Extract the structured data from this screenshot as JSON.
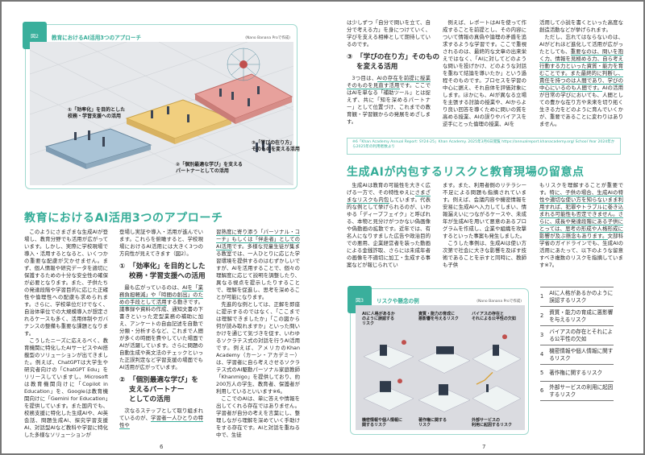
{
  "fig2": {
    "tag": "図2",
    "title": "教育におけるAI活用3つのアプローチ",
    "credit": "(Nano Banana Proで作成)",
    "labels": [
      "①「効率化」を目的とした\n校務・学習支援への活用",
      "②「個別最適な学び」を支える\nパートナーとしての活用",
      "③「学びの在り方」\nそのものを変える活用"
    ],
    "colors": {
      "platform1": "#a9c3d6",
      "platform2": "#f1cf7f",
      "platform3": "#e7a19c",
      "floor": "#e6e8eb"
    }
  },
  "left": {
    "heading": "教育におけるAI活用3つのアプローチ",
    "col1": [
      [
        {
          "t": "このようにさまざまな生成AIが登場し、教育分野でも活用が広がっています。しかし、実際に学校現場で導入・活用するとなると、いくつかの重要な配慮が欠かせません。まず、個人情報や研究データを適切に保護するための十分な安全性の確保が必要となります。また、子供たちの発達段階や学習目的に応じた正確性や倫理性への配慮も求められます。さらに、学校単位だけでなく、自治体単位での大規模導入が想定されるケースも多く、活用体制やガバナンスの整備も重要な課題となります。"
        }
      ],
      [
        {
          "t": "こうしたニーズに応えるべく、教育機関に特化したAIサービスやAI搭載型のソリューションが出てきました。例えば、ChatGPTは大学生や研究者向けの「ChatGPT Edu」をリリースしていますし、Microsoftは教育機関向けに「Copilot in Education」を、Googleは教育機関向けに「Gemini for Education」を提供しています。また国内でも、校務支援に特化した生成AIや、AI英会話、問題生成AI、探究学習支援AI、対話型AIなど教科や学習に特化した多様なソリューションが"
        }
      ]
    ],
    "col2_intro": [
      {
        "t": "登場し実証や導入・活用が進んでいます。これらを俯瞰すると、学校現場におけるAI活用には大きく3つの方向性が見えてきます（図2）。"
      }
    ],
    "sub1_num": "①",
    "sub1": "「効率化」を目的とした\n校務・学習支援への活用",
    "col2_p1": [
      {
        "t": "最も広がっているのは、"
      },
      {
        "t": "AIを「業務負担軽減」や「時間の創出」のための手段として活用",
        "u": 1
      },
      {
        "t": "する動きです。議事録や資料の作成、通知文書の下書きといった定型業務の補助に加え、アンケートの自由記述を自動で分類・分析するなど、これまで人間が多くの時間を費やしていた場面でAIが活躍しています。さらに問題の自動生成や英文法のチェックといった正誤判定など学習支援の場面でもAI活用が広がっています。"
      }
    ],
    "sub2_num": "②",
    "sub2": "「個別最適な学び」を\n支えるパートナー\nとしての活用",
    "col2_p2": [
      {
        "t": "次なるステップとして取り組まれているのが、"
      },
      {
        "t": "学習者一人ひとりの特性や",
        "u": 1
      }
    ],
    "col3": [
      [
        {
          "t": "習熟度に寄り添う「パーソナル・コーチ」もしくは「伴走者」としてのAI活用",
          "u": 1
        },
        {
          "t": "です。多様な児童生徒が集まる教室では、一人ひとりに応じた学習環境を提供するのはむずかしいですが、AIを活用することで、個々の理解度に応じて説明を調整したり、異なる視点を提示したりすることで、理解を促進し、思考を深めることが可能になります。"
        }
      ],
      [
        {
          "t": "先進的な例としては、正解を即座に提示するのではなく、「ここまでは理解できましたか」「この図から何が読み取れますか」といった問いかけを通じて気づきを促す、いわゆるソクラテス式の対話を行うAI活用です。例えば、アメリカのKhan Academy（カーン・アカデミー）は、学習者に自ら考えさせるソクラテス式のAI駆動パーソナル家庭教師「Khanmigo」を提供しており、約200万人の学生、教育者、保護者が利用しているといいます※6。"
        }
      ],
      [
        {
          "t": "ここでのAIは、単に答えや情報を出してくれる存在ではありません。学習者が自分の考えを言葉にし、整理しながら理解を深めていく手助けをする存在です。AIと対話を重ねる中で、生徒"
        }
      ]
    ],
    "page_number": "6"
  },
  "right": {
    "col1_p0": [
      {
        "t": "は少しずつ「自分で問いを立て、自分で考える力」を身につけていく、学びを支える相棒として期待しているのです。"
      }
    ],
    "sub3_num": "③",
    "sub3": "「学びの在り方」そのもの\nを変える活用",
    "col1_p1": [
      {
        "t": "3つ目は、"
      },
      {
        "t": "AIの存在を前提に授業そのものを見直す活用",
        "u": 1
      },
      {
        "t": "です。ここではAIを単なる「補助ツール」とは捉えず、共に「知を深めるパートナー」として位置づけ、これまでの教育観・学習観からの発展をめざします。"
      }
    ],
    "col2": [
      [
        {
          "t": "例えば、レポートはAIを使って作成することを前提とし、その内容について情報の真偽や論理の矛盾を追求するような学習です。ここで重視されるのは、最終的な文章の出来栄えではなく、「AIに対してどのような問いを投げかけ、どのような対話を重ねて結論を導いたか」という過程そのものです。プロセスを学習の中心に据え、それ自体を評価対象にします。ほかにも、AIが異なる立場を主張する討論の授業や、AIからより良い回答を導くために問いの質を高める授業、AIの誤りやバイアスを逆手にとった倫理の授業、AIを"
        }
      ]
    ],
    "col3": [
      [
        {
          "t": "活用して小説を書くといった高度な創造活動などが挙げられます。"
        }
      ],
      [
        {
          "t": "ただし、忘れてはならないのは、AIがどれほど進化して活用が広がったとしても、"
        },
        {
          "t": "重要なのは、問いを抱く力、情報を見極める力、自ら考え行動する力といった資質・能力を育むことです。また最終的に判断し、責任を持つのは人間であり、学びの中心にいるのも人間です。",
          "u": 1
        },
        {
          "t": "AIの活用が日常の学びにおいても、人間としての豊かな在り方や未来を切り拓く生きる力をどのように育んでいくかが、重要であることに変わりはありません。"
        }
      ]
    ],
    "source": "※6「Khan Academy Annual Report: SY24-25」Khan Academy. 2025年3月6日閲覧 https://annualreport.khanacademy.org/ School Year 2024年から2025年の利用者数より",
    "heading": "生成AIが内包するリスクと教育現場の留意点",
    "r_col1": [
      [
        {
          "t": "生成AIは教育の可能性を大きく広げる一方で、その特性ゆえに"
        },
        {
          "t": "さまざまなリスクも内包",
          "u": 1
        },
        {
          "t": "しています。代表的な例として挙げられるのが、いわゆる「ディープフェイク」と呼ばれる、本物と見分けがつかない偽画像や偽動画の拡散です。近年では、有名人になりすました広告や政治目的での悪用、企業経営者を装った動画による金銭詐取、さらには未成年者の画像を不適切に加工・生成する事案などが報じられてい"
        }
      ]
    ],
    "r_col2": [
      [
        {
          "t": "ます。また、利用者側のリテラシー不足による問題も指摘されています。例えば、会議内容や機密情報を安易に生成AIへ入力してしまい、情報漏えいにつながるケースや、未成年が生成AIを用いて悪意のあるプログラムを作成し、企業や組織を攻撃するといった事案も発生しました。"
        }
      ],
      [
        {
          "t": "こうした事例は、生成AIは使い方次第で社会に大きな影響を及ぼす技術であることを示すと同時に、教師も子供"
        }
      ]
    ],
    "r_col3": [
      [
        {
          "t": "もリスクを理解することが重要です。"
        },
        {
          "t": "特に、子供の場合、生成AIの特性や適切な使い方を知らないまま利用すれば、犯罪やトラブルに巻き込まれる可能性も否定できません。さらに、成長や発達段階にある子供にとっては、思考の形成や人格形成に影響が及ぶ懸念もあります。",
          "u": 1
        },
        {
          "t": "文部科学省のガイドラインでも、生成AIの活用にあたって、以下のような留意すべき複数のリスクを指摘しています※7。"
        }
      ]
    ],
    "page_number": "7"
  },
  "fig3": {
    "tag": "図3",
    "title": "リスクや懸念の例",
    "credit": "(Nano Banana Proで作成)",
    "labels": [
      "AIに人格があるか\nのように誤認する\nリスク",
      "資質・能力の育成に\n悪影響を与えるリスク",
      "バイアスの存在と\nそれによる公平性の欠如",
      "機密情報や個人情報に\n関するリスク",
      "著作権に関する\nリスク",
      "外部サービスの\n利用に起因するリスク"
    ]
  },
  "risk_list": [
    {
      "n": "1",
      "t": "AIに人格があるかのように誤認するリスク"
    },
    {
      "n": "2",
      "t": "資質・能力の育成に悪影響を与えるリスク"
    },
    {
      "n": "3",
      "t": "バイアスの存在とそれによる公平性の欠如"
    },
    {
      "n": "4",
      "t": "機密情報や個人情報に関するリスク"
    },
    {
      "n": "5",
      "t": "著作権に関するリスク"
    },
    {
      "n": "6",
      "t": "外部サービスの利用に起因するリスク"
    }
  ],
  "colors": {
    "accent": "#3aaf9c"
  }
}
